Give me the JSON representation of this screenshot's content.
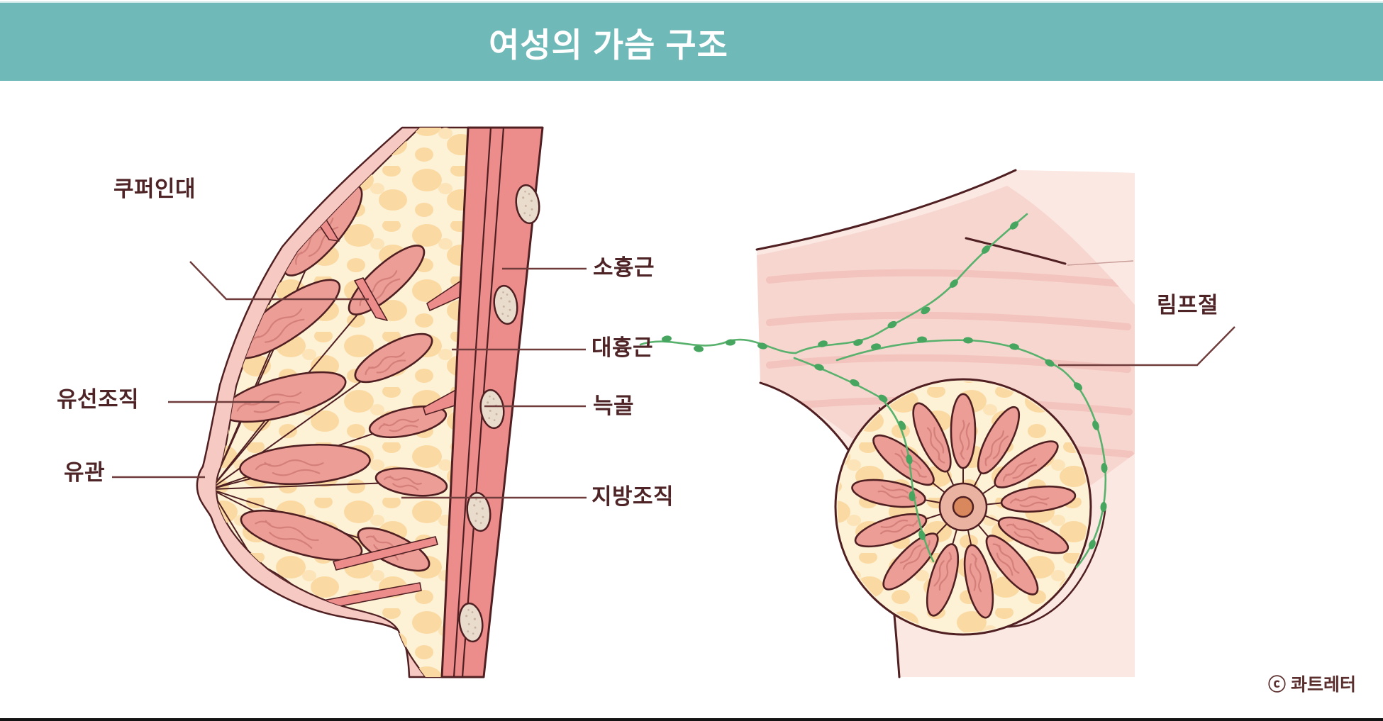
{
  "header": {
    "title": "여성의 가슴 구조"
  },
  "labels": {
    "cooper": "쿠퍼인대",
    "gland": "유선조직",
    "duct": "유관",
    "pec_minor": "소흉근",
    "pec_major": "대흉근",
    "rib": "늑골",
    "fat": "지방조직",
    "lymph": "림프절"
  },
  "credit": "ⓒ 콰트레터",
  "colors": {
    "header_bg": "#6FB9B8",
    "header_text": "#FFFFFF",
    "label_text": "#4F2427",
    "leader_line": "#6F3B3B",
    "outline": "#4F1F22",
    "skin": "#F6CAC3",
    "skin_light": "#FBE8E2",
    "fat_base": "#FDF1D6",
    "fat_lobule": "#FBD9A2",
    "gland": "#EC9D96",
    "muscle": "#EC8C8B",
    "muscle_light": "#F8D6D0",
    "rib_bone": "#E9DCCD",
    "lymph_green": "#58B16C",
    "areola": "#EAB3A1",
    "nipple": "#D8885C"
  }
}
